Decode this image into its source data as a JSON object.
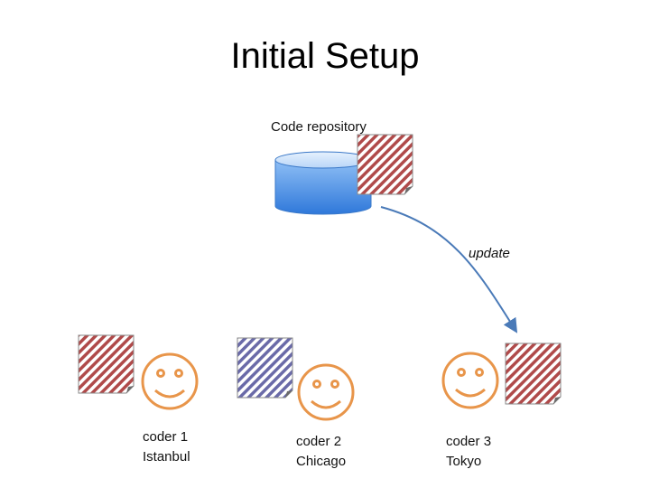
{
  "title": "Initial Setup",
  "repository": {
    "label": "Code repository"
  },
  "arrow": {
    "label": "update"
  },
  "coders": [
    {
      "name": "coder 1",
      "city": "Istanbul",
      "doc_color": "red"
    },
    {
      "name": "coder 2",
      "city": "Chicago",
      "doc_color": "blue"
    },
    {
      "name": "coder 3",
      "city": "Tokyo",
      "doc_color": "red"
    }
  ],
  "colors": {
    "red_stripe": "#b04a4a",
    "blue_stripe": "#6a6aa8",
    "face": "#e8954a",
    "arrow": "#4a7ab8",
    "db_top": "#cfe3fb",
    "db_body": "#4a8ee0"
  }
}
